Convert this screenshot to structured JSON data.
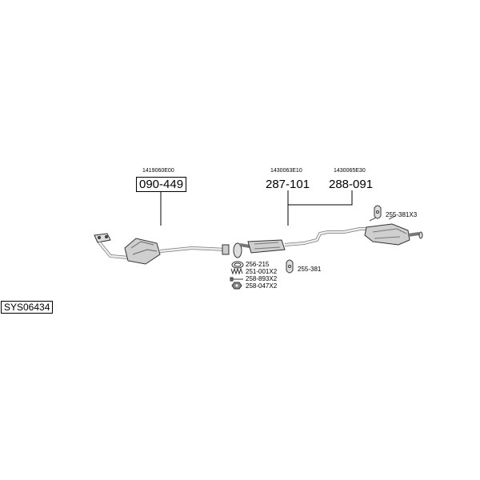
{
  "system_code": "SYS06434",
  "front_section": {
    "oem_number": "1419060E00",
    "part_number": "090-449"
  },
  "middle_section": {
    "oem_number": "1430063E10",
    "part_number": "287-101"
  },
  "rear_section": {
    "oem_number": "1430065E30",
    "part_number": "288-091"
  },
  "accessories": {
    "gasket": "256-215",
    "spring": "251-001X2",
    "bolt": "258-893X2",
    "nut": "258-047X2",
    "rubber_mount_middle": "255-381",
    "rubber_mount_rear": "255-381X3"
  }
}
